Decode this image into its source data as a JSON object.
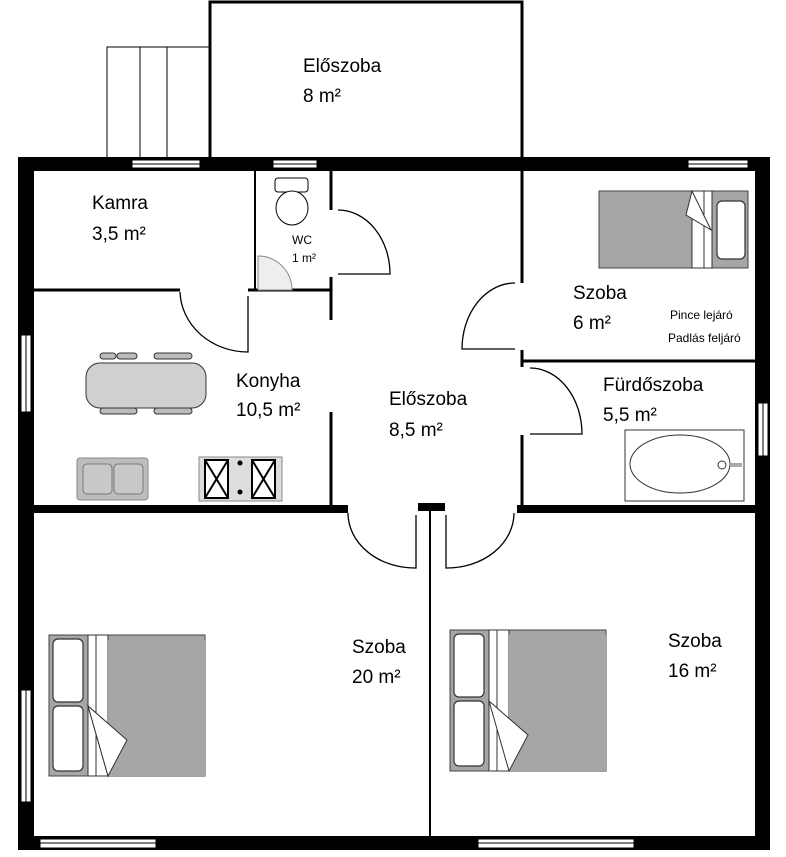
{
  "title": "Floor plan",
  "rooms": {
    "entry_porch": {
      "name": "Előszoba",
      "area": "8 m²"
    },
    "pantry": {
      "name": "Kamra",
      "area": "3,5 m²"
    },
    "wc": {
      "name": "WC",
      "area": "1 m²"
    },
    "kitchen": {
      "name": "Konyha",
      "area": "10,5 m²"
    },
    "hall": {
      "name": "Előszoba",
      "area": "8,5 m²"
    },
    "small_room": {
      "name": "Szoba",
      "area": "6 m²",
      "notes": [
        "Pince lejáró",
        "Padlás feljáró"
      ]
    },
    "bathroom": {
      "name": "Fürdőszoba",
      "area": "5,5 m²"
    },
    "room_left": {
      "name": "Szoba",
      "area": "20 m²"
    },
    "room_right": {
      "name": "Szoba",
      "area": "16 m²"
    }
  },
  "colors": {
    "wall": "#000000",
    "furniture": "#a6a6a6",
    "furniture_light": "#d0d0d0"
  }
}
